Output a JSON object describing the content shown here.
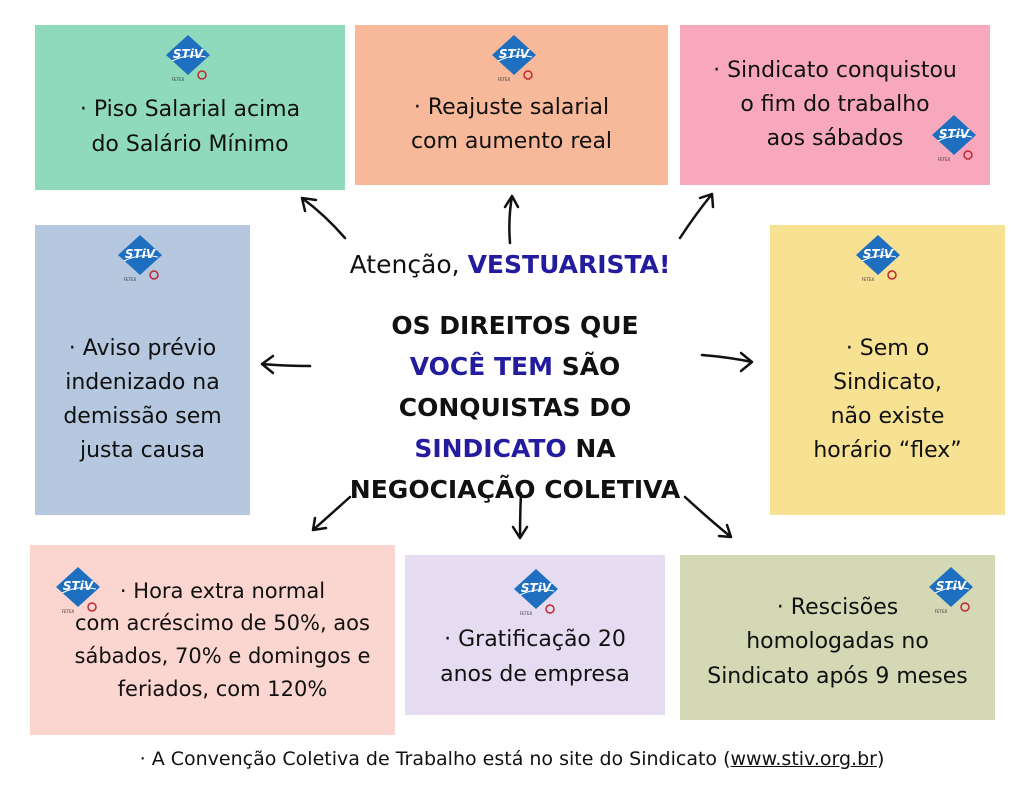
{
  "logo": {
    "name": "STiV",
    "sub_left": "FETEX",
    "sub_right": "UGT"
  },
  "colors": {
    "accent": "#231c9e",
    "green": "#8fd9bd",
    "orange": "#f8b99a",
    "pink": "#f7a8bd",
    "blue": "#b5c8e0",
    "yellow": "#f7e193",
    "salmon": "#fbd5cf",
    "lavender": "#e6dcf2",
    "olive": "#d4d8b5"
  },
  "center": {
    "attention": "Atenção, ",
    "attention_highlight": "VESTUARISTA!",
    "line1": "OS DIREITOS QUE",
    "line2_highlight": "VOCÊ TEM",
    "line2": " SÃO",
    "line3": "CONQUISTAS DO",
    "line4_highlight": "SINDICATO",
    "line4": " NA",
    "line5": "NEGOCIAÇÃO COLETIVA"
  },
  "cards": [
    {
      "text": "· Piso Salarial acima\ndo Salário Mínimo"
    },
    {
      "text": "· Reajuste salarial\ncom aumento real"
    },
    {
      "text": "· Sindicato conquistou\no fim do trabalho\naos sábados"
    },
    {
      "text": "· Aviso prévio\nindenizado na\ndemissão sem\njusta causa"
    },
    {
      "text": "· Sem o\nSindicato,\nnão existe\nhorário “flex”"
    },
    {
      "text": "· Hora extra normal\ncom acréscimo de 50%, aos\nsábados, 70% e domingos e\nferiados, com 120%"
    },
    {
      "text": "· Gratificação 20\nanos de empresa"
    },
    {
      "text": "· Rescisões\nhomologadas no\nSindicato após 9 meses"
    }
  ],
  "footer": {
    "text": "· A Convenção Coletiva de Trabalho está no site do Sindicato (",
    "link": "www.stiv.org.br",
    "end": ")"
  }
}
